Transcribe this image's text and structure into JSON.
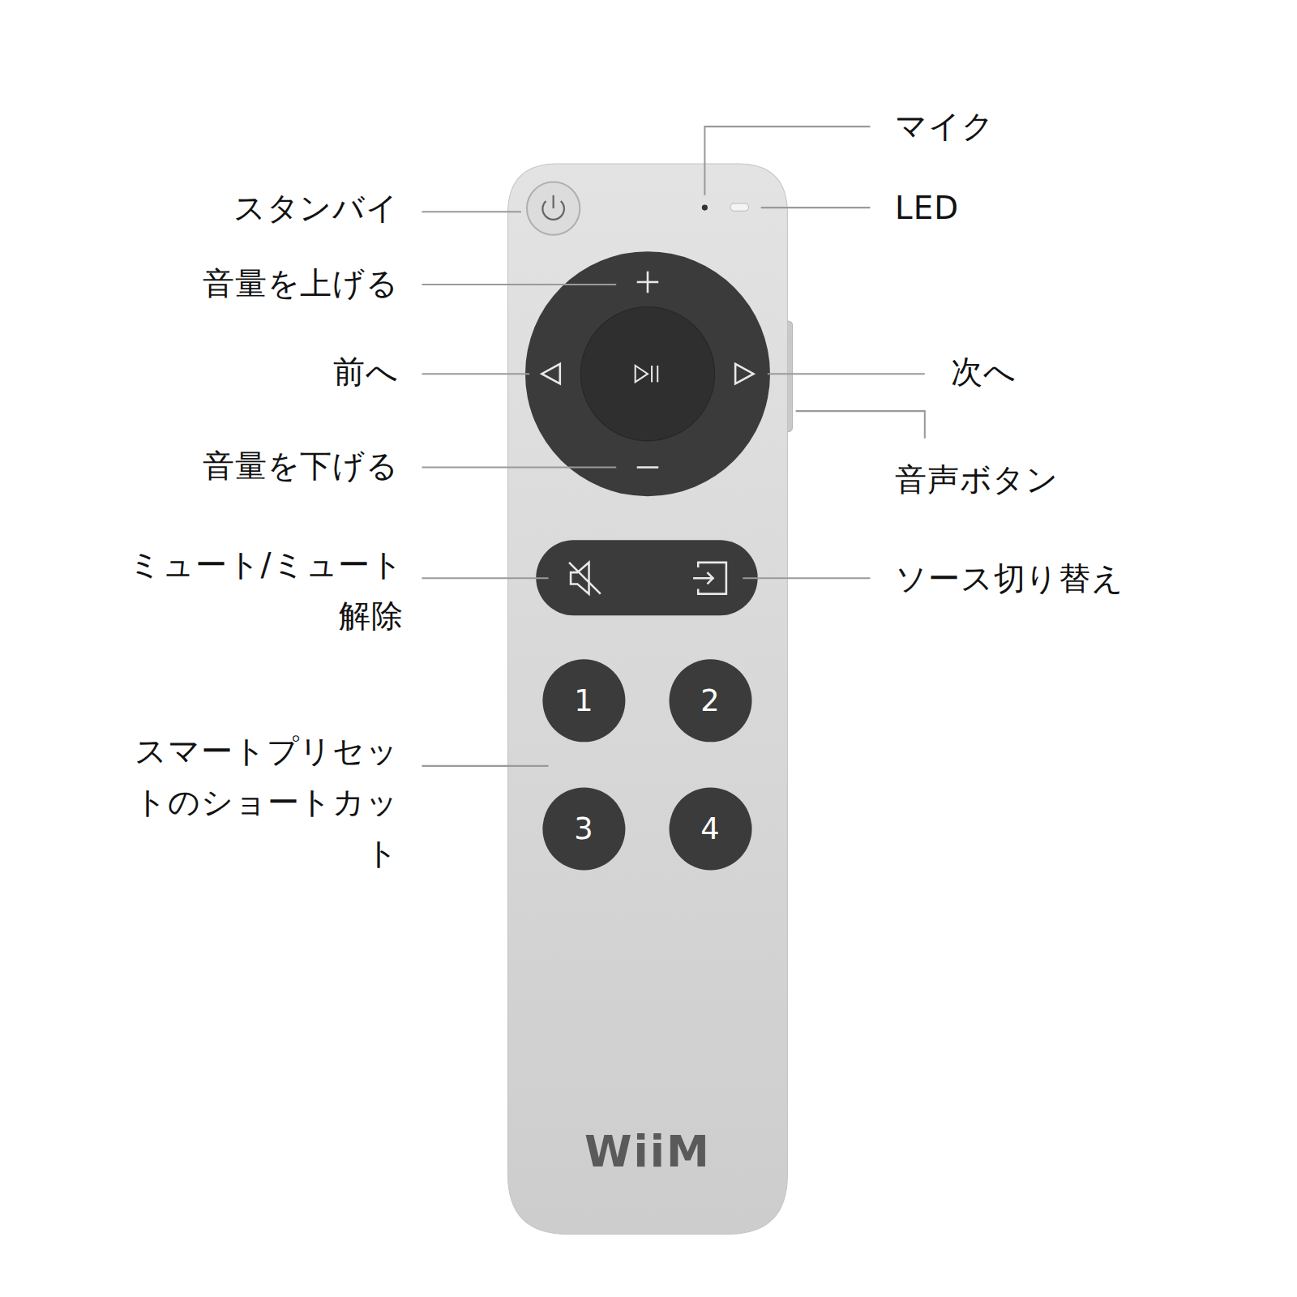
{
  "diagram": {
    "labels": [
      "マイク",
      "スタンバイ",
      "LED",
      "音量を上げる",
      "前へ",
      "次へ",
      "音量を下げる",
      "音声ボタン",
      "ミュート/ミュート解除",
      "ソース切り替え",
      "スマートプリセットのショートカット",
      "1",
      "2",
      "3",
      "4",
      "WiiM"
    ]
  }
}
